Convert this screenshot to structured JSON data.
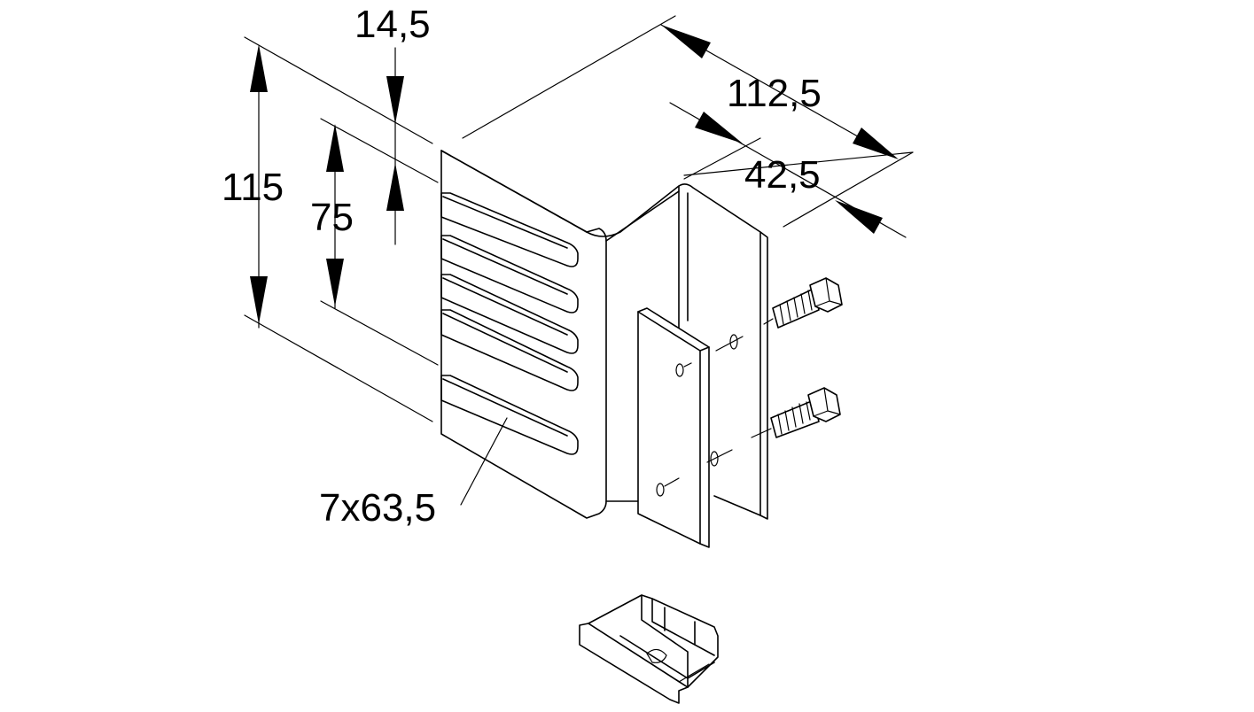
{
  "dimensions": {
    "depth_overall": "112,5",
    "depth_flange": "42,5",
    "slot_offset": "14,5",
    "height_overall": "115",
    "slot_span": "75",
    "slots": "7x63,5"
  },
  "colors": {
    "line": "#000000",
    "background": "#ffffff"
  }
}
